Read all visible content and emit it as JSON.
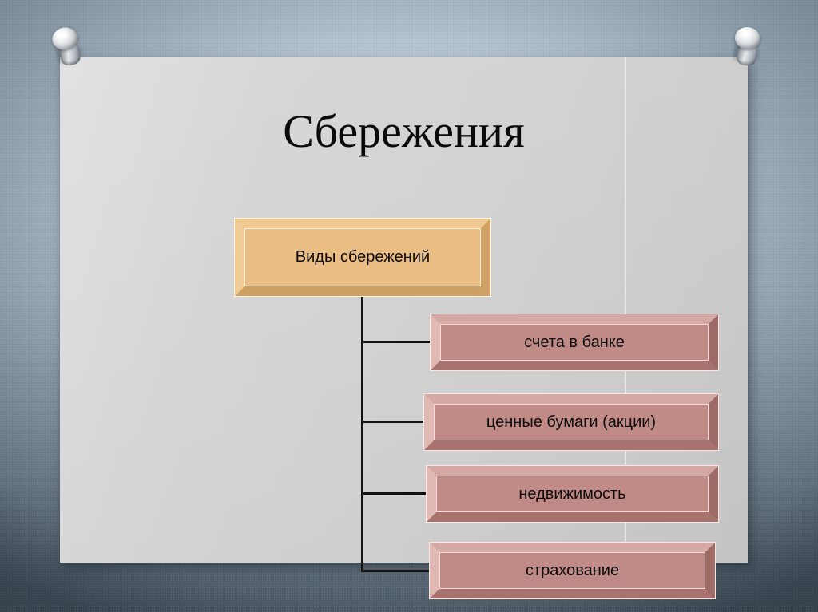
{
  "slide": {
    "title": "Сбережения",
    "background_color": "#9bacba",
    "panel_color": "#d2d2d2"
  },
  "decorations": {
    "pin_left": "pushpin-icon",
    "pin_right": "pushpin-icon"
  },
  "diagram": {
    "root": {
      "label": "Виды сбережений",
      "fill_color": "#e9bd84",
      "bevel_light": "#f4d6a9",
      "bevel_dark": "#c99a5f"
    },
    "children": [
      {
        "label": "счета в банке",
        "fill_color": "#c08b86"
      },
      {
        "label": "ценные бумаги (акции)",
        "fill_color": "#c08b86"
      },
      {
        "label": "недвижимость",
        "fill_color": "#c08b86"
      },
      {
        "label": "страхование",
        "fill_color": "#c08b86"
      }
    ],
    "connector_color": "#121212"
  }
}
